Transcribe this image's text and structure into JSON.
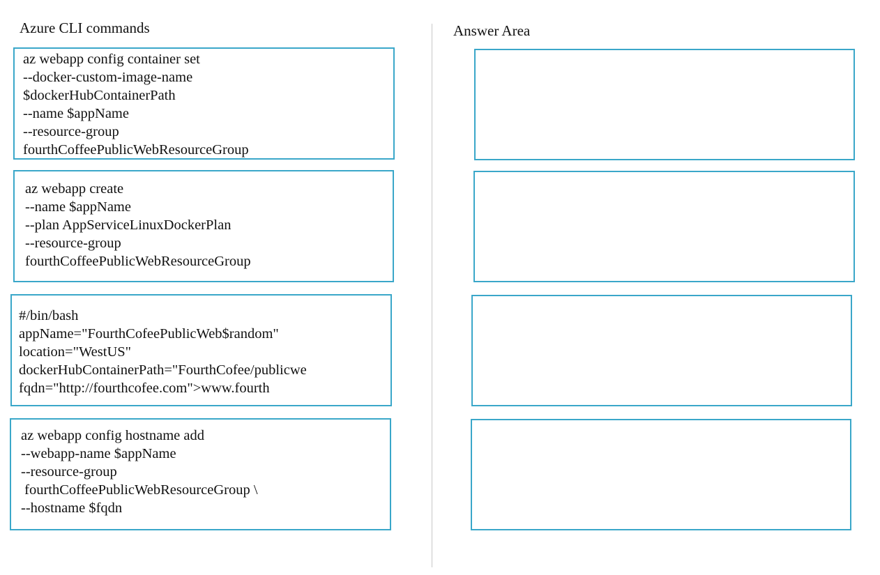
{
  "left_panel": {
    "title": "Azure CLI commands",
    "commands": [
      {
        "lines": [
          "az webapp config container set",
          "--docker-custom-image-name",
          "$dockerHubContainerPath",
          "--name $appName",
          "--resource-group",
          "fourthCoffeePublicWebResourceGroup"
        ]
      },
      {
        "lines": [
          "az webapp create",
          "--name $appName",
          "--plan AppServiceLinuxDockerPlan",
          "--resource-group",
          "fourthCoffeePublicWebResourceGroup"
        ]
      },
      {
        "lines": [
          "#/bin/bash",
          "appName=\"FourthCofeePublicWeb$random\"",
          "location=\"WestUS\"",
          "dockerHubContainerPath=\"FourthCofee/publicwe",
          "fqdn=\"http://fourthcofee.com\">www.fourth"
        ]
      },
      {
        "lines": [
          "az webapp config hostname add",
          "--webapp-name $appName",
          "--resource-group",
          " fourthCoffeePublicWebResourceGroup \\",
          "--hostname $fqdn"
        ]
      }
    ]
  },
  "right_panel": {
    "title": "Answer Area",
    "slots": [
      {
        "content": ""
      },
      {
        "content": ""
      },
      {
        "content": ""
      },
      {
        "content": ""
      }
    ]
  }
}
